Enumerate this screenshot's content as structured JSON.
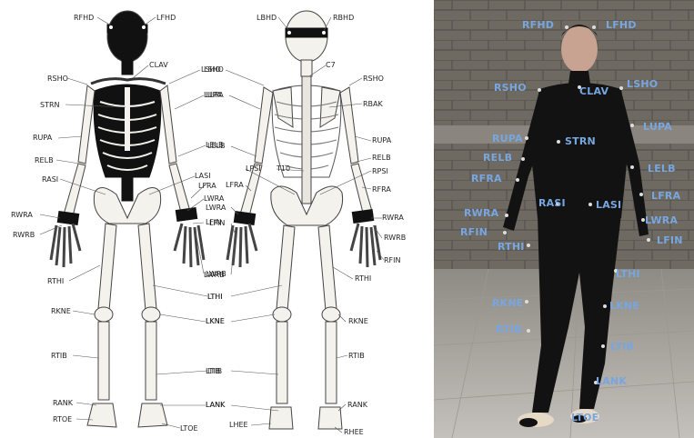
{
  "diagram": {
    "front_labels": [
      "RFHD",
      "LFHD",
      "CLAV",
      "RSHO",
      "LSHO",
      "STRN",
      "LUPA",
      "RUPA",
      "LELB",
      "RELB",
      "LASI",
      "RASI",
      "LWRA",
      "LFIN",
      "RWRA",
      "RWRB",
      "LWRB",
      "LFRA",
      "RTHI",
      "LTHI",
      "RKNE",
      "LKNE",
      "RTIB",
      "LTIB",
      "RANK",
      "LANK",
      "RTOE",
      "LTOE"
    ],
    "back_labels": [
      "LBHD",
      "RBHD",
      "C7",
      "LSHO",
      "RSHO",
      "RBAK",
      "LUPA",
      "RUPA",
      "LELB",
      "RELB",
      "LPSI",
      "RPSI",
      "LFRA",
      "RFRA",
      "T10",
      "LWRA",
      "RWRA",
      "LWRB",
      "RWRB",
      "LFIN",
      "RFIN",
      "LTHI",
      "RTHI",
      "LKNE",
      "RKNE",
      "LTIB",
      "RTIB",
      "LANK",
      "RANK",
      "LHEE",
      "RHEE"
    ],
    "photo_labels": [
      "RFHD",
      "LFHD",
      "RSHO",
      "CLAV",
      "LSHO",
      "LUPA",
      "RUPA",
      "STRN",
      "RELB",
      "LELB",
      "RFRA",
      "LFRA",
      "RASI",
      "LASI",
      "RWRA",
      "LWRA",
      "RFIN",
      "LFIN",
      "RTHI",
      "LTHI",
      "RKNE",
      "LKNE",
      "RTIB",
      "LTIB",
      "LANK",
      "LTOE"
    ]
  },
  "colors": {
    "photo_label": "#78a6e0",
    "marker_band": "#111111",
    "bone": "#f4f2ec",
    "wall": "#6e6a62",
    "floor": "#aeaaa4"
  }
}
